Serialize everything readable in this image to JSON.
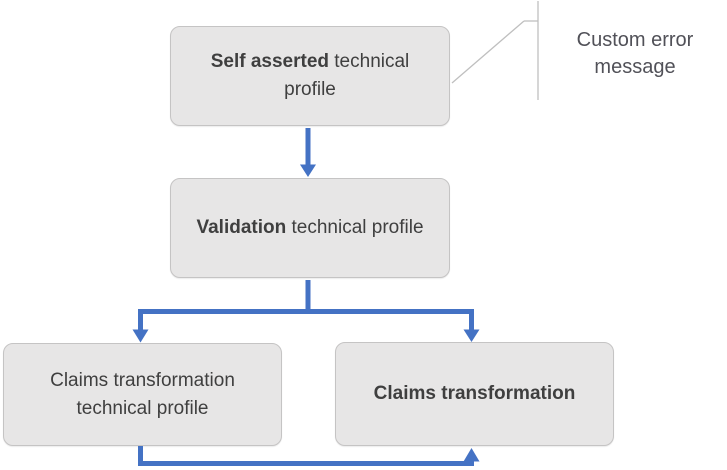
{
  "diagram": {
    "type": "flowchart",
    "title": "",
    "nodes": [
      {
        "id": "self-asserted-technical-profile",
        "bold": "Self asserted",
        "rest": " technical profile"
      },
      {
        "id": "validation-technical-profile",
        "bold": "Validation",
        "rest": " technical profile"
      },
      {
        "id": "claims-transformation-technical-profile",
        "bold": "",
        "rest": "Claims transformation technical profile"
      },
      {
        "id": "claims-transformation",
        "bold": "Claims transformation",
        "rest": ""
      }
    ],
    "edges": [
      {
        "from": "self-asserted-technical-profile",
        "to": "validation-technical-profile"
      },
      {
        "from": "validation-technical-profile",
        "to": "claims-transformation-technical-profile"
      },
      {
        "from": "validation-technical-profile",
        "to": "claims-transformation"
      },
      {
        "from": "claims-transformation-technical-profile",
        "to": "claims-transformation"
      }
    ],
    "callout": {
      "text": "Custom error message",
      "attached_to": "self-asserted-technical-profile"
    },
    "colors": {
      "box_fill": "#e7e6e6",
      "box_border": "#c5c4c4",
      "box_text": "#3f3f3f",
      "arrow": "#4472c4",
      "callout_line": "#bfbfbf",
      "callout_text": "#515158"
    }
  }
}
